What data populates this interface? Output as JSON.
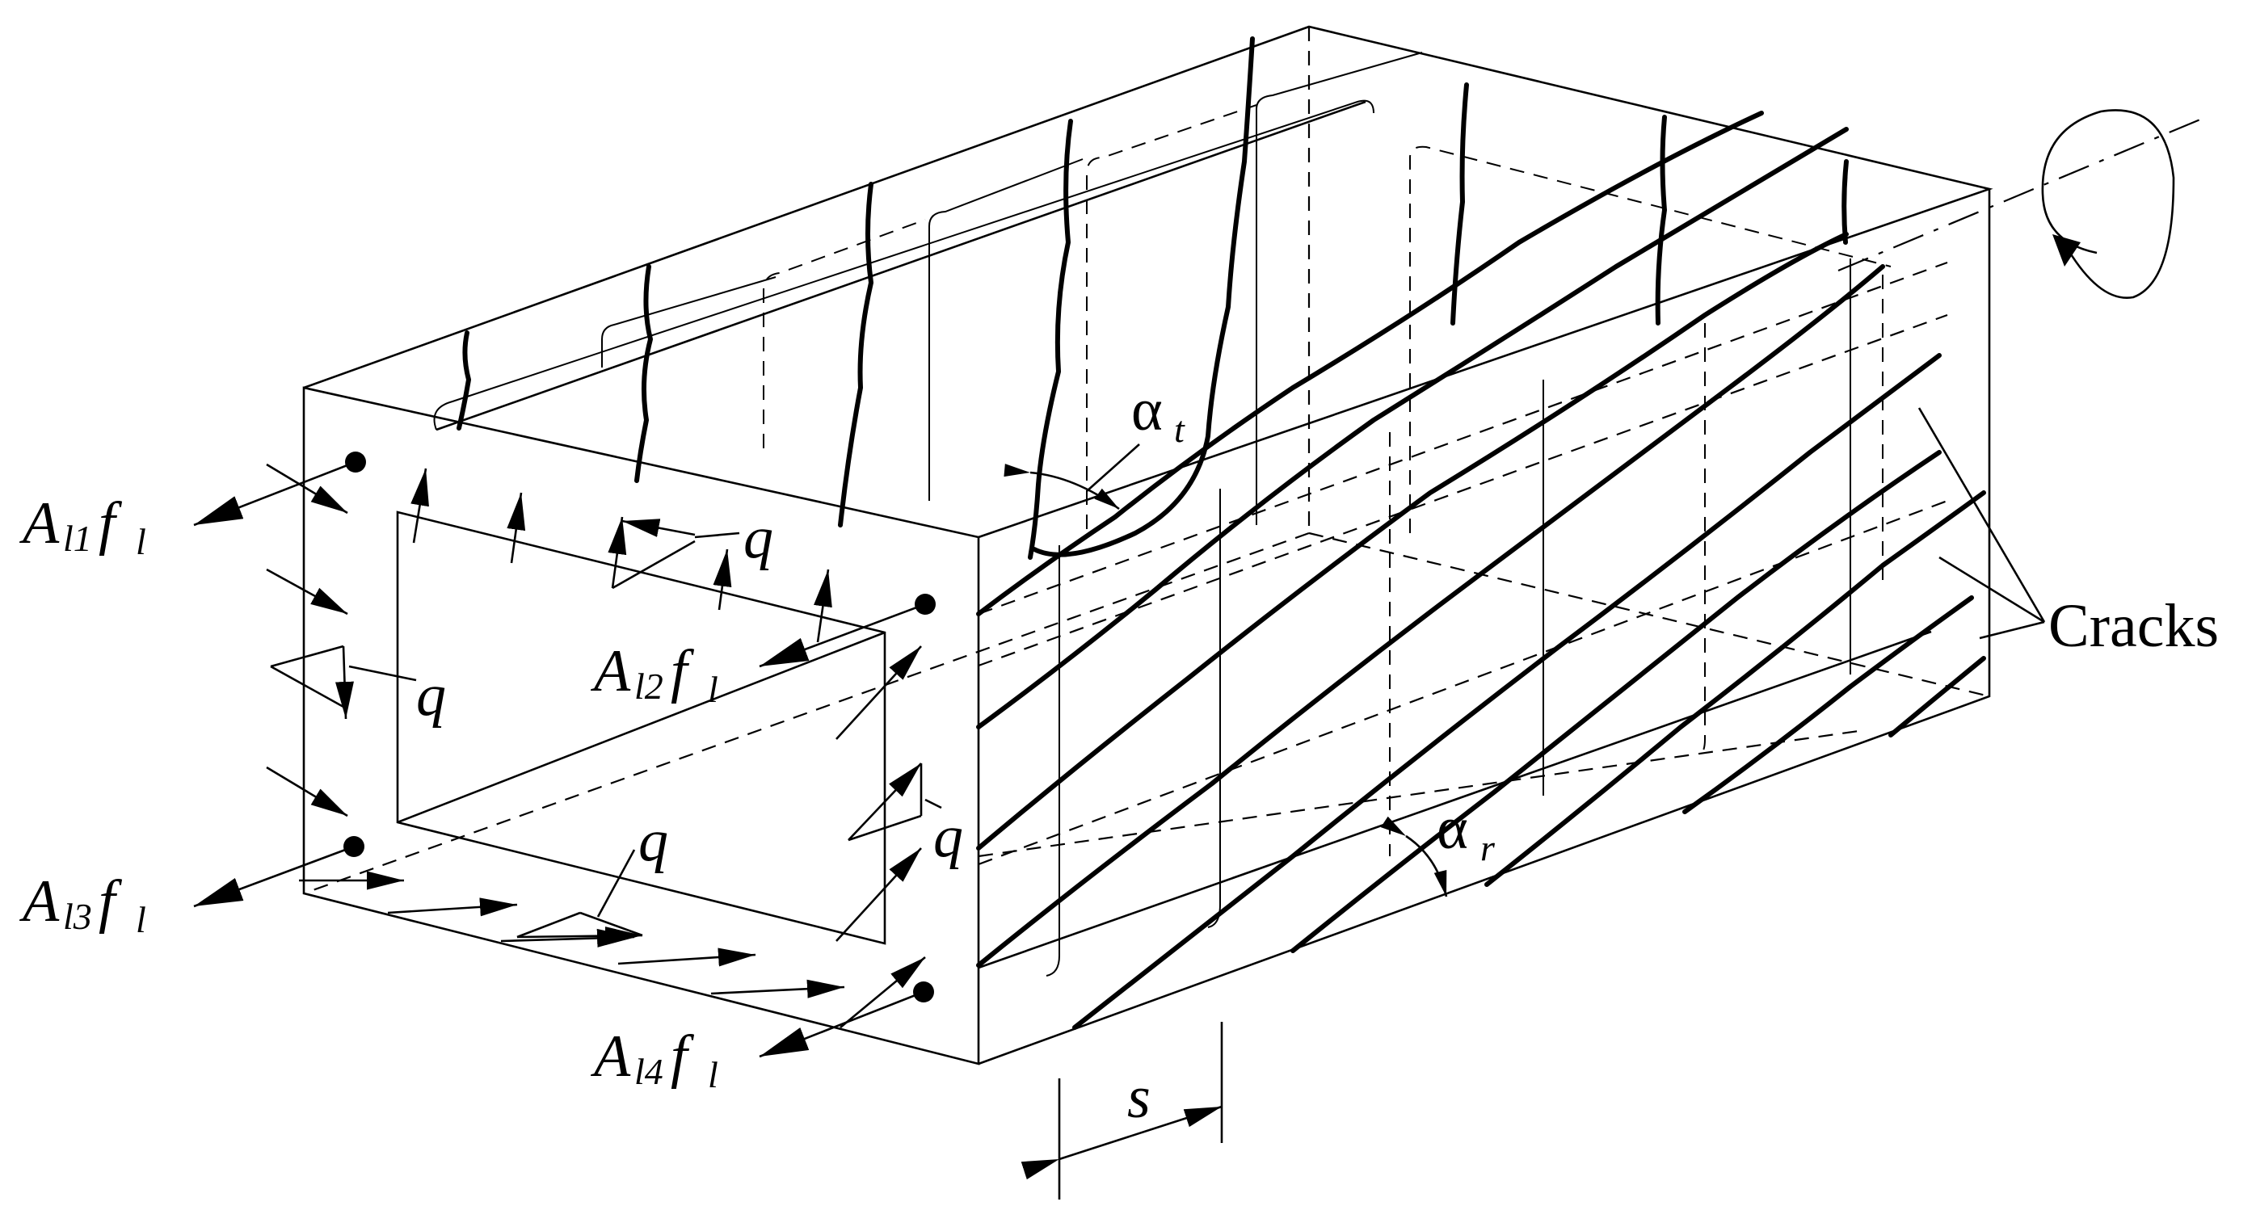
{
  "labels": {
    "force_base": "A",
    "f": "f",
    "l": "l",
    "bar1": "l1",
    "bar2": "l2",
    "bar3": "l3",
    "bar4": "l4",
    "shear_flow": "q",
    "alpha": "α",
    "alpha_t_sub": "t",
    "alpha_r_sub": "r",
    "spacing": "s",
    "cracks": "Cracks"
  },
  "colors": {
    "ink": "#000000",
    "background": "#ffffff"
  },
  "icons": {
    "torque": "torque-arrow-icon",
    "bar": "longitudinal-bar-dot"
  }
}
